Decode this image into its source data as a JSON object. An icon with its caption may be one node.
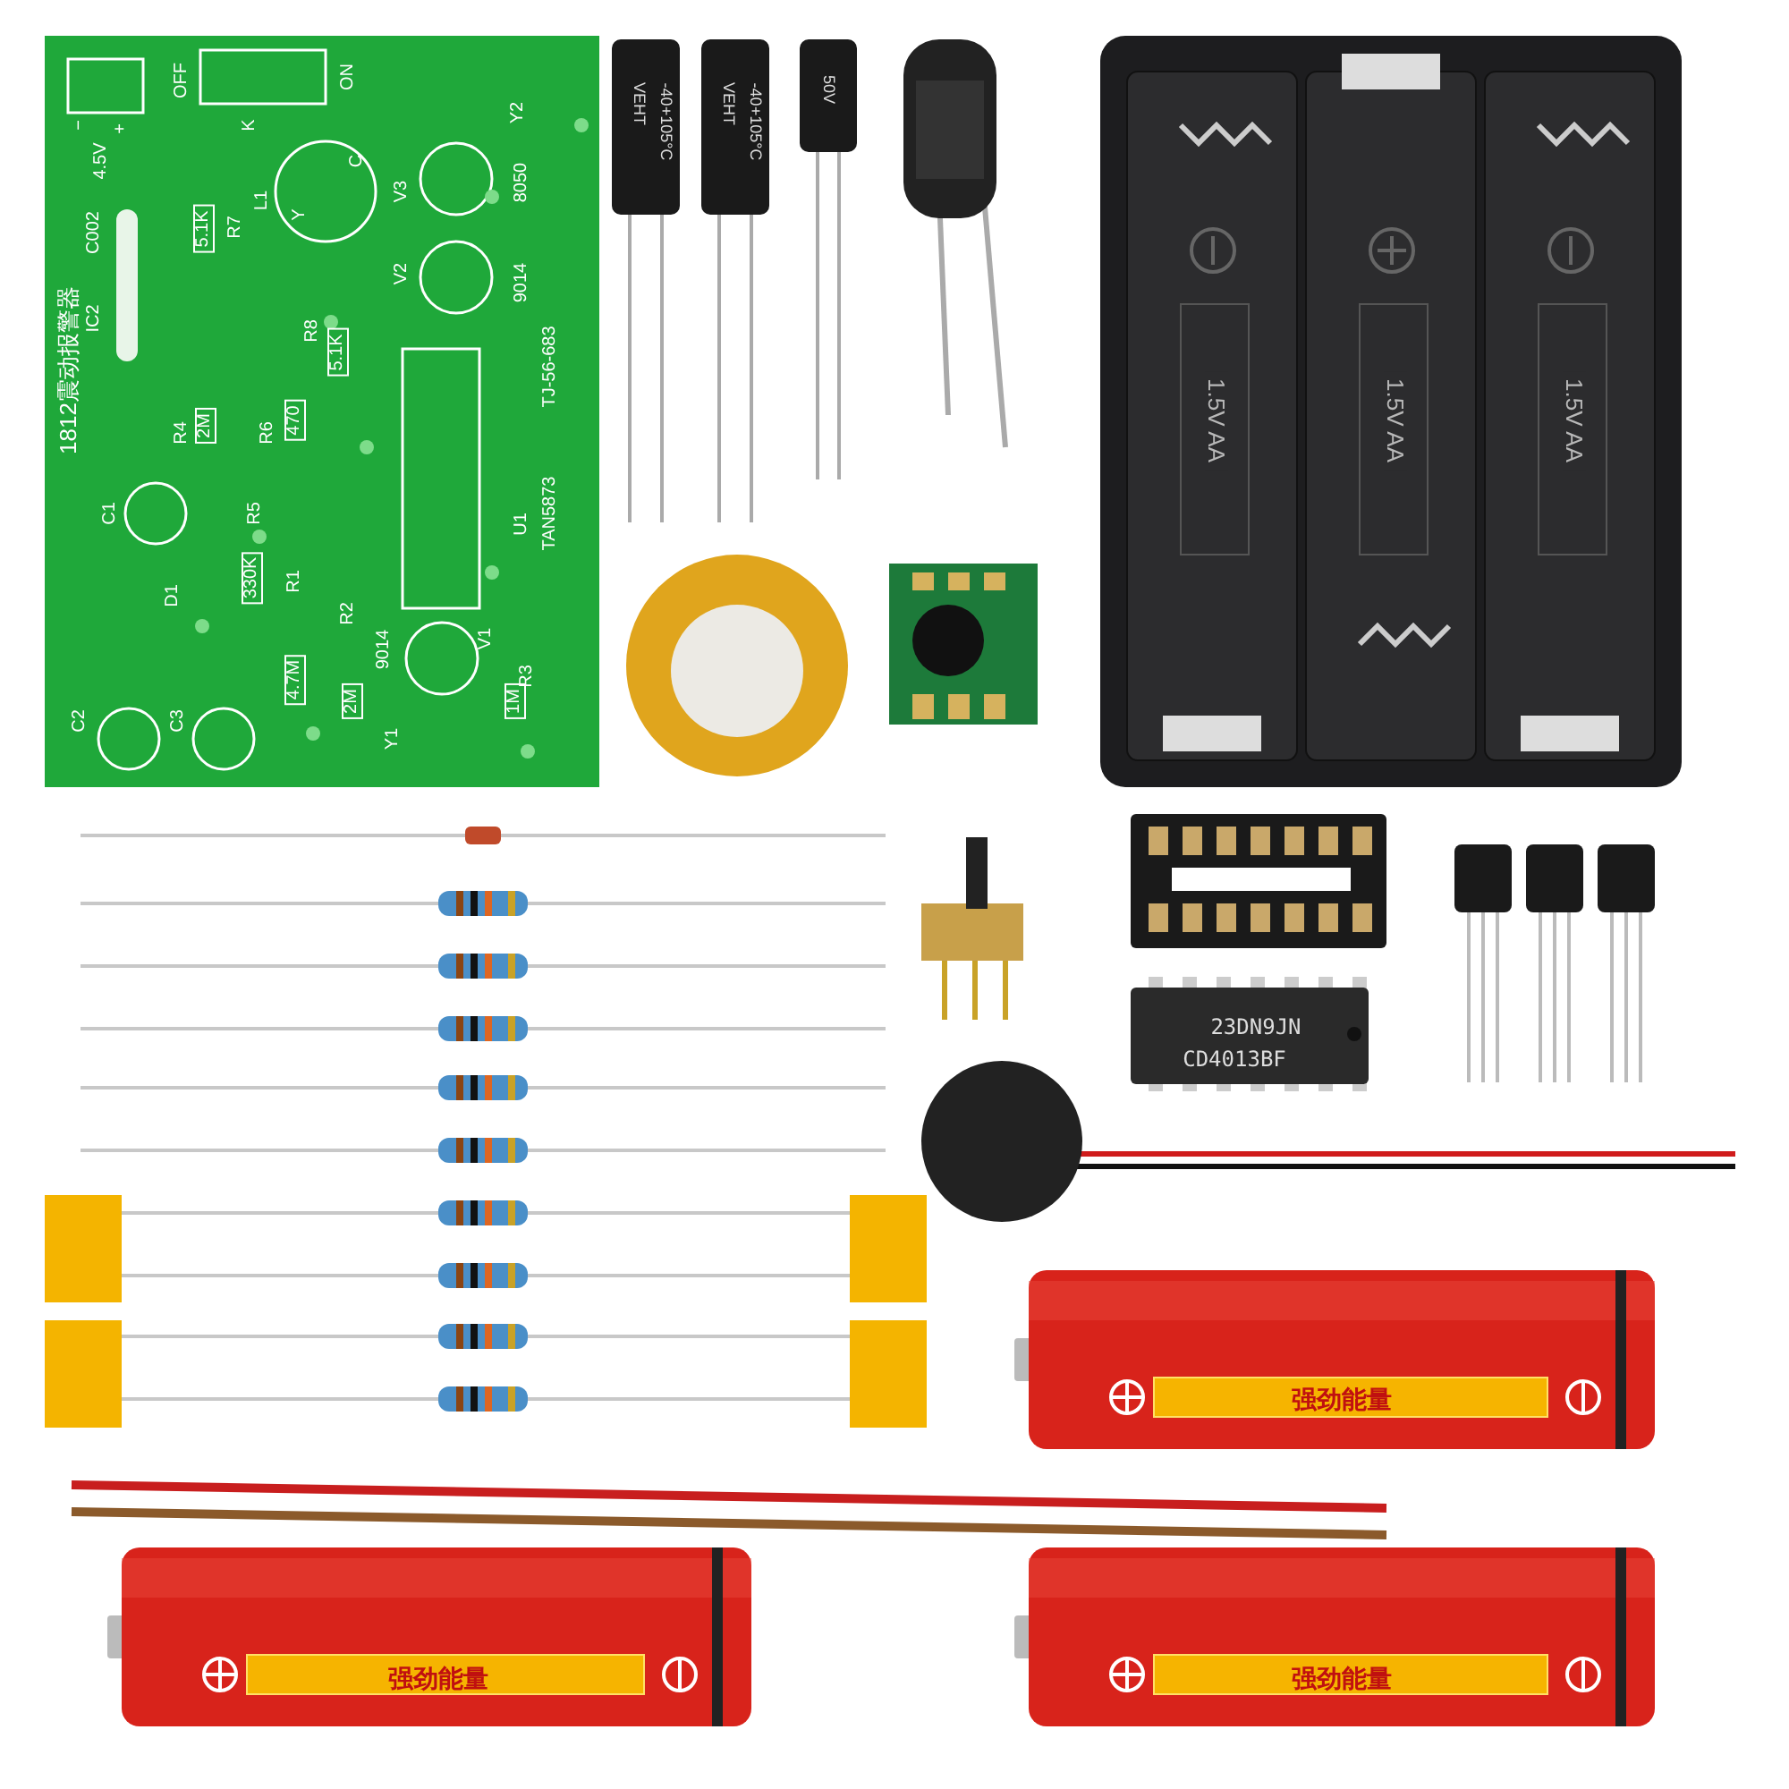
{
  "diagram": {
    "labels": [
      "4.5V",
      "−",
      "+",
      "OFF",
      "K",
      "ON",
      "Y2",
      "C",
      "Y",
      "L1",
      "V3",
      "8050",
      "C002",
      "5.1K",
      "R7",
      "IC2",
      "V2",
      "9014",
      "1812震动报警器",
      "R8",
      "5.1K",
      "TJ-56-683",
      "R4",
      "2M",
      "R6",
      "470",
      "C1",
      "R5",
      "U1",
      "TAN5873",
      "D1",
      "330K",
      "R1",
      "R2",
      "4.7M",
      "9014",
      "V1",
      "C2",
      "C3",
      "2M",
      "R3",
      "1M",
      "Y1",
      "VEHT",
      "-40+105°C",
      "VEHT",
      "-40+105°C",
      "50V",
      "1.5V AA",
      "1.5V AA",
      "1.5V AA",
      "23DN9JN",
      "CD4013BF",
      "强劲能量",
      "强劲能量",
      "强劲能量"
    ]
  }
}
